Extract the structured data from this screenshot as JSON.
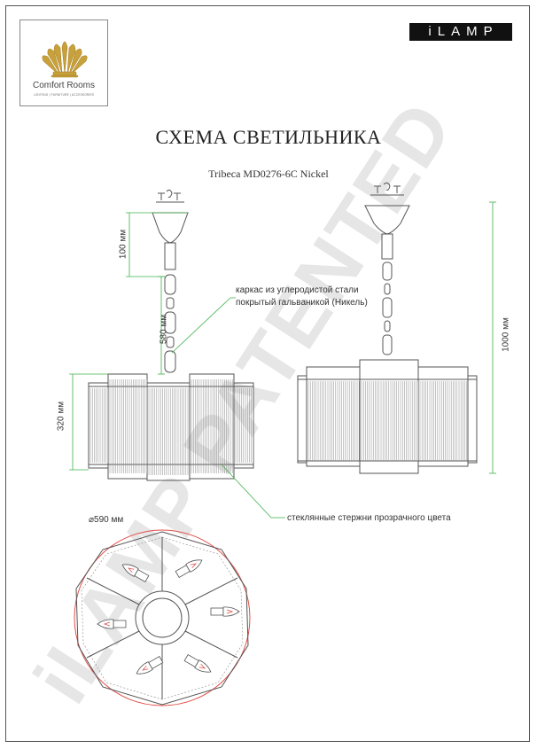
{
  "brand": {
    "name": "Comfort Rooms",
    "tagline": "LIGHTING | FURNITURE | ACCESSORIES",
    "logo_icon": "golden-crown-icon"
  },
  "brand_partner": {
    "name": "iLAMP"
  },
  "title": "СХЕМА СВЕТИЛЬНИКА",
  "model": "Tribeca MD0276-6C Nickel",
  "dimensions": {
    "canopy_height": "100 мм",
    "chain_length": "580 мм",
    "body_height": "320 мм",
    "total_height": "1000 мм",
    "diameter": "⌀590 мм"
  },
  "notes": {
    "frame_line1": "каркас из углеродистой стали",
    "frame_line2": "покрытый гальваникой (Никель)",
    "glass": "стеклянные стержни прозрачного цвета"
  },
  "watermark": "iLAMP PATENTED",
  "colors": {
    "dimension_line": "#3fb24a",
    "outline": "#555555",
    "top_view_circle": "#e0504a",
    "watermark": "#e6e6e6"
  }
}
